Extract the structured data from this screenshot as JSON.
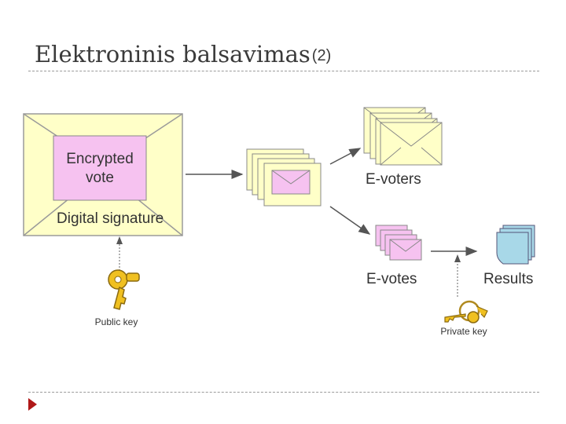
{
  "title": {
    "main": "Elektroninis balsavimas",
    "suffix": "(2)"
  },
  "diagram": {
    "envelope_encrypted_label_line1": "Encrypted",
    "envelope_encrypted_label_line2": "vote",
    "digital_signature_label": "Digital signature",
    "public_key_label": "Public key",
    "e_voters_label": "E-voters",
    "e_votes_label": "E-votes",
    "results_label": "Results",
    "private_key_label": "Private key"
  },
  "colors": {
    "envelope_fill": "#ffffc8",
    "vote_fill": "#f6c2f0",
    "arrow": "#555555",
    "key_gold": "#f0c020",
    "results_fill": "#a8d8e8",
    "bullet": "#b01818"
  },
  "icons": {
    "public_key": "key-icon",
    "private_key": "key-ring-icon",
    "results": "document-stack-icon",
    "bullet": "triangle-bullet-icon"
  }
}
